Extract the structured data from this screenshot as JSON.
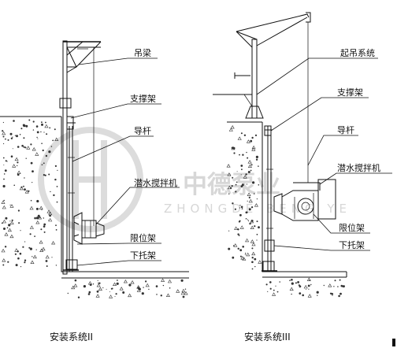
{
  "diagram_left": {
    "labels": {
      "lifting_beam": "吊梁",
      "support_frame": "支撑架",
      "guide_rod": "导杆",
      "mixer": "潜水搅拌机",
      "limit_frame": "限位架",
      "bottom_bracket": "下托架"
    },
    "caption": "安装系统II"
  },
  "diagram_right": {
    "labels": {
      "hoist_system": "起吊系统",
      "support_frame": "支撑架",
      "guide_rod": "导杆",
      "mixer": "潜水搅拌机",
      "limit_frame": "限位架",
      "bottom_bracket": "下托架"
    },
    "caption": "安装系统III"
  },
  "watermark": {
    "cn": "中德泵业",
    "en": "ZHONGDE BENG YE"
  }
}
